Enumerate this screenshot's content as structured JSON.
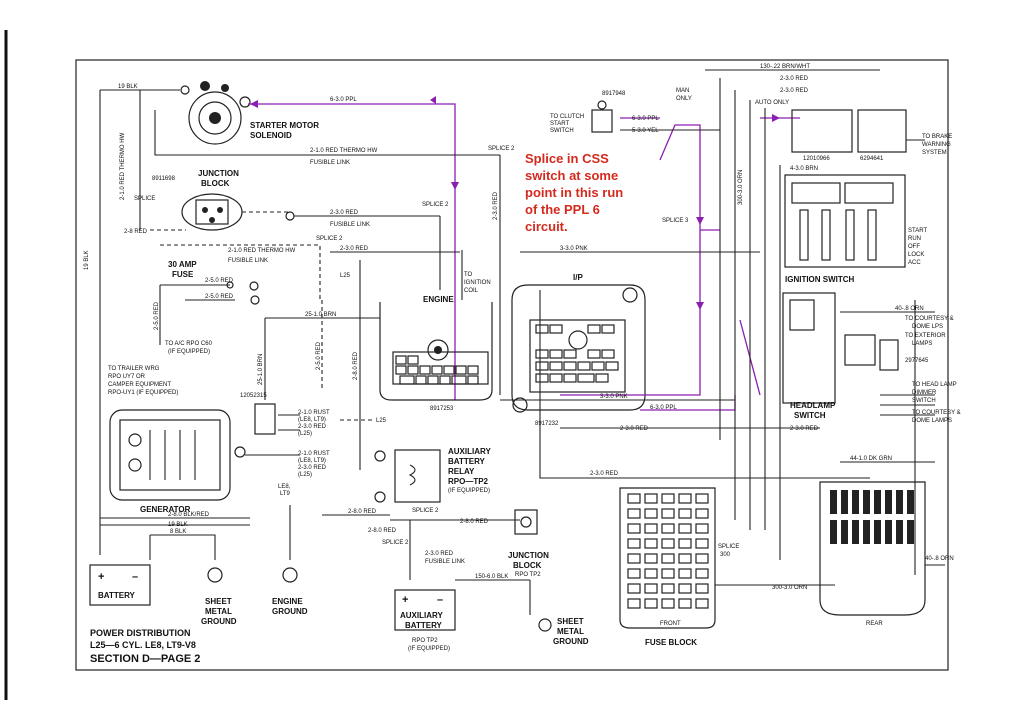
{
  "colors": {
    "wire": "#222222",
    "highlight_ppl": "#8a1fb0",
    "annotation": "#d42a1e"
  },
  "note": {
    "lines": [
      "Splice in CSS",
      "switch at some",
      "point in this run",
      "of the PPL 6",
      "circuit."
    ]
  },
  "title": {
    "line1": "POWER DISTRIBUTION",
    "line2": "L25—6 CYL. LE8, LT9-V8",
    "line3": "SECTION D—PAGE 2"
  },
  "components": {
    "starter": {
      "line1": "STARTER MOTOR",
      "line2": "SOLENOID"
    },
    "junction_block": {
      "line1": "JUNCTION",
      "line2": "BLOCK",
      "part": "8911698"
    },
    "fuse": {
      "line1": "30 AMP",
      "line2": "FUSE"
    },
    "engine": "ENGINE",
    "engine_part": "8917253",
    "ip": "I/P",
    "ip_part": "8917232",
    "generator": "GENERATOR",
    "generator_part": "12052315",
    "battery": "BATTERY",
    "aux_relay": {
      "line1": "AUXILIARY",
      "line2": "BATTERY",
      "line3": "RELAY",
      "line4": "RPO—TP2",
      "line5": "(IF EQUIPPED)"
    },
    "aux_battery": {
      "line1": "AUXILIARY",
      "line2": "BATTERY",
      "line3": "RPO TP2",
      "line4": "(IF EQUIPPED)"
    },
    "junction_block_2": {
      "line1": "JUNCTION",
      "line2": "BLOCK",
      "line3": "RPO TP2"
    },
    "sheet_metal_ground": {
      "line1": "SHEET",
      "line2": "METAL",
      "line3": "GROUND"
    },
    "engine_ground": {
      "line1": "ENGINE",
      "line2": "GROUND"
    },
    "fuse_block": "FUSE BLOCK",
    "fuse_front": "FRONT",
    "fuse_rear": "REAR",
    "ignition_switch": "IGNITION SWITCH",
    "ignition_part_1": "12010966",
    "ignition_part_2": "6294641",
    "headlamp_switch": {
      "line1": "HEADLAMP",
      "line2": "SWITCH",
      "part": "2977645"
    },
    "clutch_switch": {
      "line1": "TO CLUTCH",
      "line2": "START",
      "line3": "SWITCH",
      "part": "8917948"
    },
    "to_ignition_coil": {
      "line1": "TO",
      "line2": "IGNITION",
      "line3": "COIL"
    }
  },
  "wire_labels": {
    "blk19_top": "19 BLK",
    "ppl_6_3_0": "6-3.0 PPL",
    "red_thermo_1": "2-1.0 RED THERMO HW",
    "fusible": "FUSIBLE LINK",
    "splice2_top": "SPLICE 2",
    "red_2_3_0": "2-3.0 RED",
    "red_2_8": "2-8 RED",
    "splice2_a": "SPLICE",
    "splice2_b": "2",
    "red_2_5_0": "2-5.0 RED",
    "red_2_5": "2-5.0 RED",
    "l25": "L25",
    "brn_25_1_0": "25-1.0 BRN",
    "brn_25_1": "25-1.0 BRN",
    "to_ac": "TO A/C RPO C60",
    "if_equipped": "(IF EQUIPPED)",
    "trailer_1": "TO TRAILER WRG",
    "trailer_2": "RPO UY7 OR",
    "trailer_3": "CAMPER EQUIPMENT",
    "trailer_4": "RPO-UY1 (IF EQUIPPED)",
    "rust_1": "2-1.0 RUST",
    "rust_2": "(LE8, LT9)",
    "red_2_3_0_l25": "2-3.0 RED",
    "l25_paren": "(L25)",
    "le8_lt9": "LE8,",
    "lt9": "LT9",
    "blk19_left": "19 BLK",
    "blk_red": "2-8.0 BLK/RED",
    "blk_19": "19 BLK",
    "blk_8": "8 BLK",
    "red_2_8_0": "2-8.0 RED",
    "splice2_mid": "SPLICE 2",
    "fusible_2": "2-3.0 RED",
    "fusible_3": "FUSIBLE LINK",
    "blk_150": "150-6.0 BLK",
    "pnk_3_3_0": "3-3.0 PNK",
    "splice3": "SPLICE 3",
    "brn_wht_130": "130-.22 BRN/WHT",
    "brn_4_3": "4-3.0 BRN",
    "orn_300": "300-3.0 ORN",
    "orn_40": "40-.8 ORN",
    "dk_grn": "44-1.0 DK GRN",
    "orn_300b": "300-3.0 ORN",
    "splice300": "SPLICE",
    "splice300b": "300",
    "man_only": "MAN",
    "man_only2": "ONLY",
    "auto_only": "AUTO ONLY",
    "ppl_6_3_0b": "6-3.0 PPL",
    "yel_5_3": "5-3.0 YEL",
    "to_brake": "TO BRAKE",
    "warning": "WARNING",
    "system": "SYSTEM",
    "to_courtesy": "TO COURTESY &",
    "dome_lps": "DOME LPS",
    "to_exterior": "TO EXTERIOR",
    "lamps": "LAMPS",
    "to_headlamp": "TO HEAD LAMP",
    "dimmer": "DIMMER",
    "switch": "SWITCH",
    "to_courtesy2": "TO COURTESY &",
    "dome_lamps": "DOME LAMPS",
    "start": "START",
    "run": "RUN",
    "off": "OFF",
    "lock": "LOCK",
    "acc": "ACC"
  }
}
